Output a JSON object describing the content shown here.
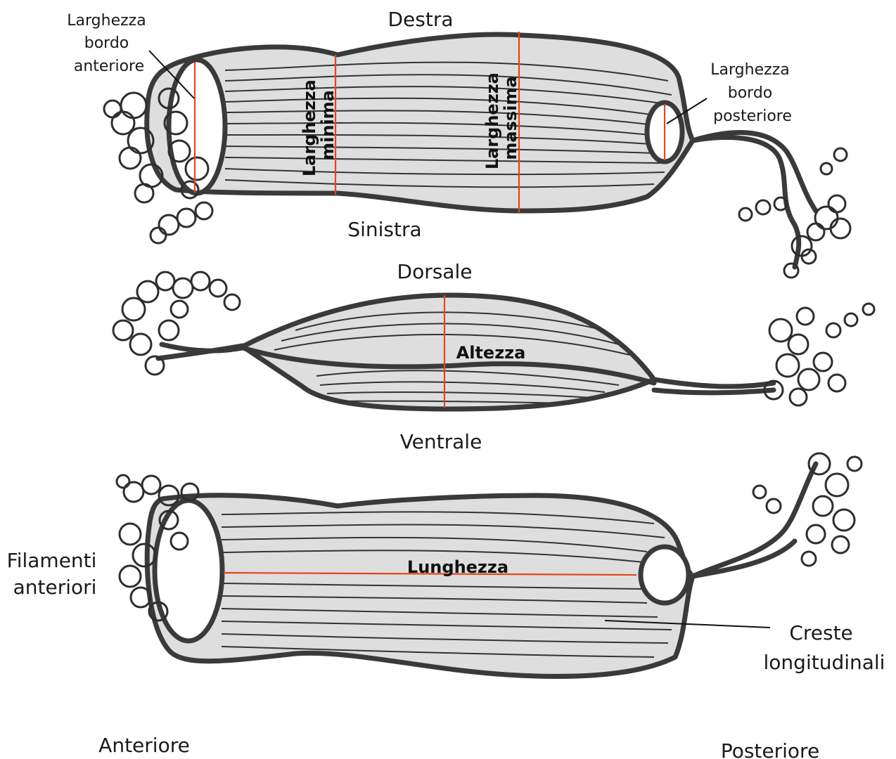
{
  "labels": {
    "destra": "Destra",
    "sinistra": "Sinistra",
    "dorsale": "Dorsale",
    "ventrale": "Ventrale",
    "anteriore": "Anteriore",
    "posteriore": "Posteriore",
    "larghezza_bordo_anteriore": [
      "Larghezza",
      "bordo",
      "anteriore"
    ],
    "larghezza_bordo_posteriore": [
      "Larghezza",
      "bordo",
      "posteriore"
    ],
    "larghezza_minima": [
      "Larghezza",
      "minima"
    ],
    "larghezza_massima": [
      "Larghezza",
      "massima"
    ],
    "altezza": "Altezza",
    "lunghezza": "Lunghezza",
    "filamenti_anteriori": [
      "Filamenti",
      "anteriori"
    ],
    "creste_longitudinali": [
      "Creste",
      "longitudinali"
    ]
  },
  "colors": {
    "measure_line": "#e2461e",
    "body_fill": "#dedede",
    "outline": "#3a3a3a"
  }
}
